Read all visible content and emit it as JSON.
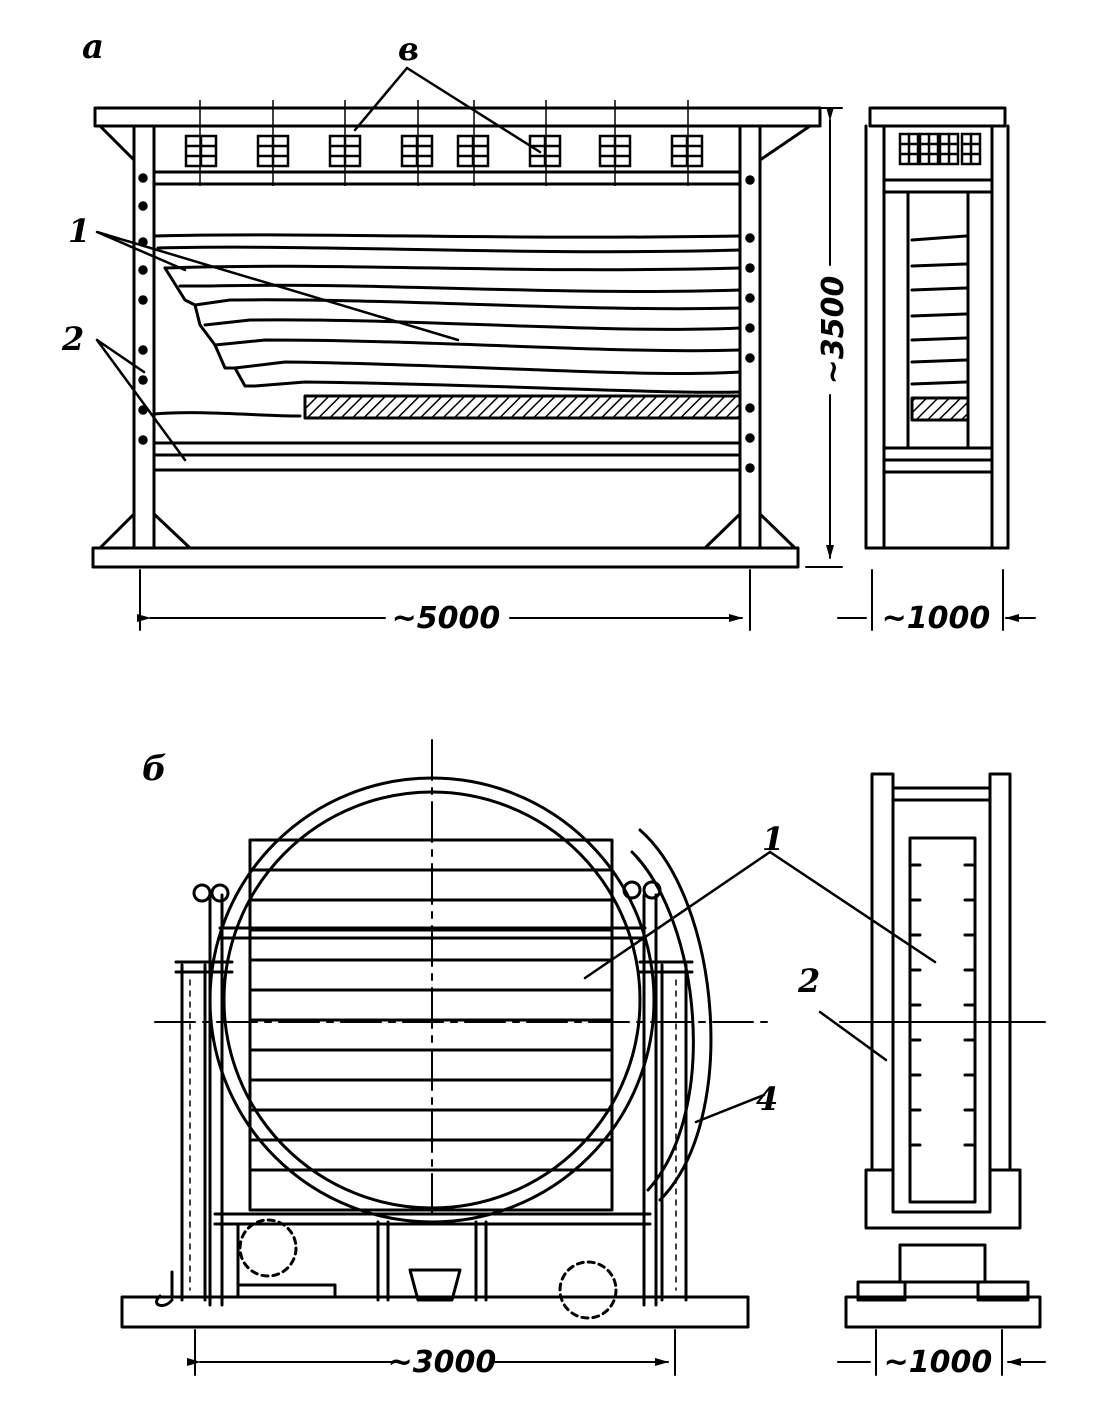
{
  "figure_a": {
    "panel_label": "а",
    "callouts": {
      "sheets": "1",
      "columns": "2",
      "ventilation": "в"
    },
    "dims": {
      "length": "~5000",
      "height": "~3500",
      "depth": "~1000"
    }
  },
  "figure_b": {
    "panel_label": "б",
    "callouts": {
      "sheets": "1",
      "columns": "2",
      "ring_rail": "4"
    },
    "dims": {
      "width": "~3000",
      "depth": "~1000"
    }
  },
  "colors": {
    "ink": "#000000",
    "paper": "#ffffff"
  }
}
